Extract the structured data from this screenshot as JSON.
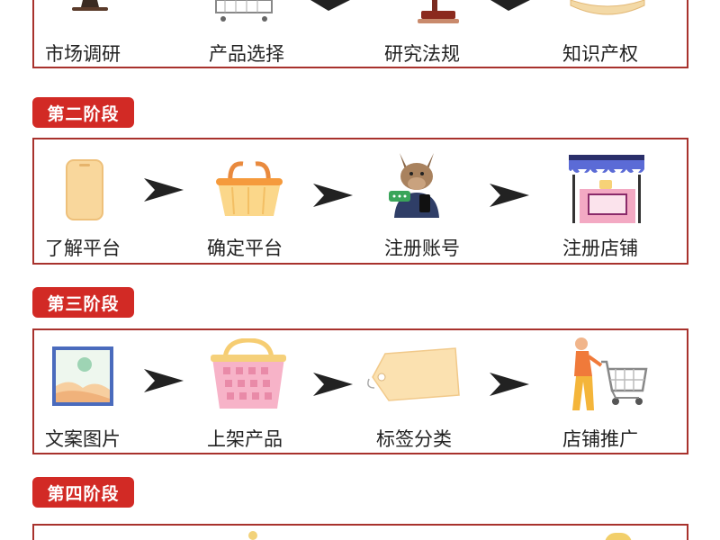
{
  "stages": [
    {
      "label": "",
      "steps": [
        "市场调研",
        "产品选择",
        "研究法规",
        "知识产权"
      ]
    },
    {
      "label": "第二阶段",
      "steps": [
        "了解平台",
        "确定平台",
        "注册账号",
        "注册店铺"
      ]
    },
    {
      "label": "第三阶段",
      "steps": [
        "文案图片",
        "上架产品",
        "标签分类",
        "店铺推广"
      ]
    },
    {
      "label": "第四阶段",
      "steps": []
    }
  ],
  "icons": {
    "stage1": [
      "megaphone-icon",
      "shopping-cart-icon",
      "gavel-icon",
      "book-icon"
    ],
    "stage2": [
      "phone-icon",
      "basket-icon",
      "donkey-phone-icon",
      "storefront-icon"
    ],
    "stage3": [
      "picture-icon",
      "shelf-basket-icon",
      "price-tag-icon",
      "person-cart-icon"
    ]
  },
  "colors": {
    "badge": "#d22a25",
    "border": "#a8322d",
    "arrow": "#222222"
  }
}
